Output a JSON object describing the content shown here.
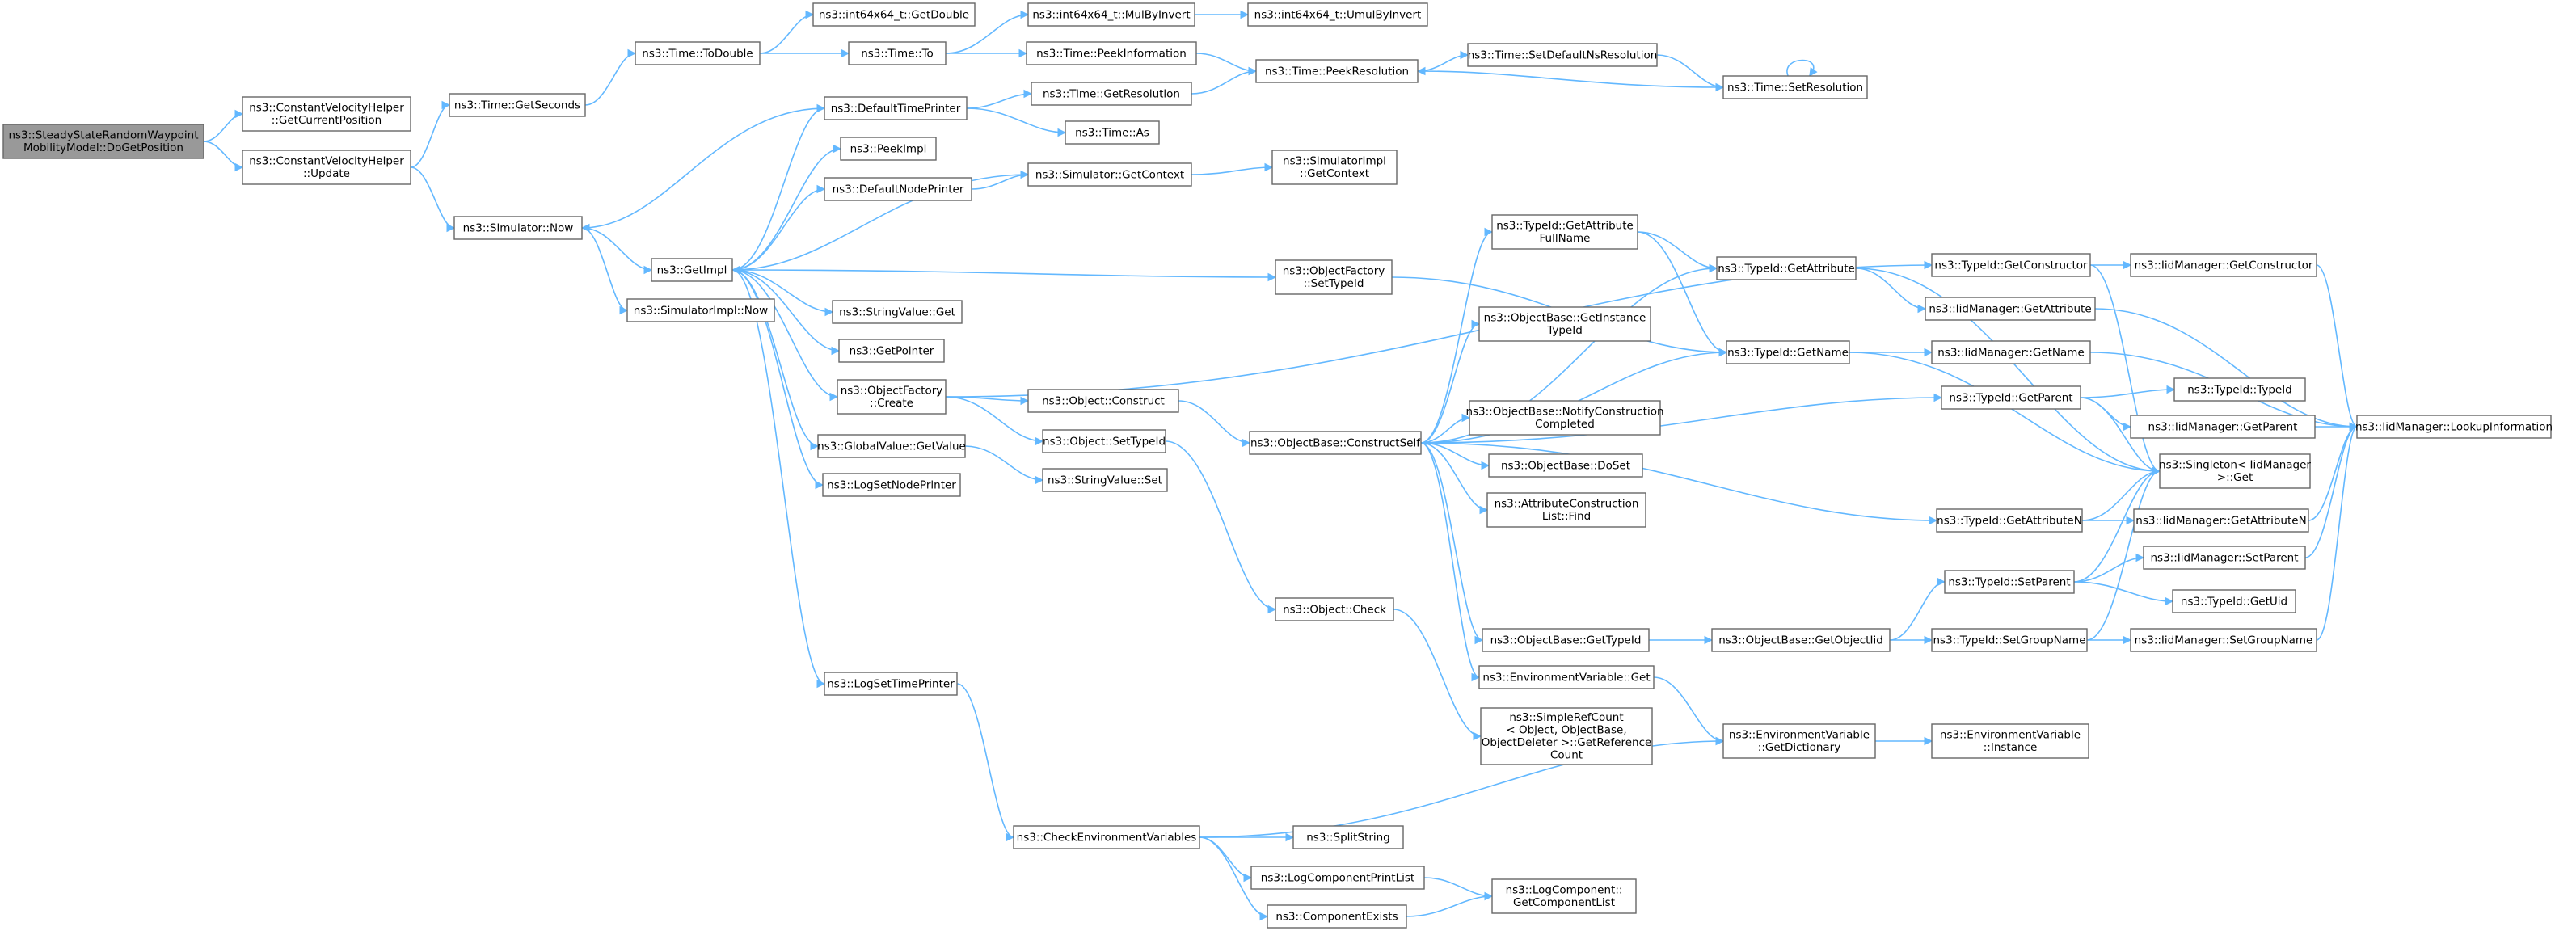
{
  "graph": {
    "nodes": [
      {
        "id": "n0",
        "lines": [
          "ns3::SteadyStateRandomWaypoint",
          "MobilityModel::DoGetPosition"
        ],
        "root": true
      },
      {
        "id": "n1",
        "lines": [
          "ns3::ConstantVelocityHelper",
          "::GetCurrentPosition"
        ]
      },
      {
        "id": "n2",
        "lines": [
          "ns3::ConstantVelocityHelper",
          "::Update"
        ]
      },
      {
        "id": "n3",
        "lines": [
          "ns3::Time::GetSeconds"
        ]
      },
      {
        "id": "n4",
        "lines": [
          "ns3::Simulator::Now"
        ]
      },
      {
        "id": "n5",
        "lines": [
          "ns3::Time::ToDouble"
        ]
      },
      {
        "id": "n6",
        "lines": [
          "ns3::int64x64_t::GetDouble"
        ]
      },
      {
        "id": "n7",
        "lines": [
          "ns3::Time::To"
        ]
      },
      {
        "id": "n8",
        "lines": [
          "ns3::int64x64_t::MulByInvert"
        ]
      },
      {
        "id": "n9",
        "lines": [
          "ns3::int64x64_t::UmulByInvert"
        ]
      },
      {
        "id": "n10",
        "lines": [
          "ns3::Time::PeekInformation"
        ]
      },
      {
        "id": "n11",
        "lines": [
          "ns3::Time::PeekResolution"
        ]
      },
      {
        "id": "n12",
        "lines": [
          "ns3::Time::SetDefaultNsResolution"
        ]
      },
      {
        "id": "n13",
        "lines": [
          "ns3::Time::SetResolution"
        ]
      },
      {
        "id": "n14",
        "lines": [
          "ns3::GetImpl"
        ]
      },
      {
        "id": "n15",
        "lines": [
          "ns3::SimulatorImpl::Now"
        ]
      },
      {
        "id": "n16",
        "lines": [
          "ns3::DefaultTimePrinter"
        ]
      },
      {
        "id": "n17",
        "lines": [
          "ns3::Time::GetResolution"
        ]
      },
      {
        "id": "n18",
        "lines": [
          "ns3::Time::As"
        ]
      },
      {
        "id": "n19",
        "lines": [
          "ns3::PeekImpl"
        ]
      },
      {
        "id": "n20",
        "lines": [
          "ns3::DefaultNodePrinter"
        ]
      },
      {
        "id": "n21",
        "lines": [
          "ns3::Simulator::GetContext"
        ]
      },
      {
        "id": "n22",
        "lines": [
          "ns3::SimulatorImpl",
          "::GetContext"
        ]
      },
      {
        "id": "n23",
        "lines": [
          "ns3::ObjectFactory",
          "::SetTypeId"
        ]
      },
      {
        "id": "n24",
        "lines": [
          "ns3::StringValue::Get"
        ]
      },
      {
        "id": "n25",
        "lines": [
          "ns3::GetPointer"
        ]
      },
      {
        "id": "n26",
        "lines": [
          "ns3::ObjectFactory",
          "::Create"
        ]
      },
      {
        "id": "n27",
        "lines": [
          "ns3::GlobalValue::GetValue"
        ]
      },
      {
        "id": "n28",
        "lines": [
          "ns3::LogSetNodePrinter"
        ]
      },
      {
        "id": "n29",
        "lines": [
          "ns3::LogSetTimePrinter"
        ]
      },
      {
        "id": "n30",
        "lines": [
          "ns3::Object::Construct"
        ]
      },
      {
        "id": "n31",
        "lines": [
          "ns3::Object::SetTypeId"
        ]
      },
      {
        "id": "n32",
        "lines": [
          "ns3::StringValue::Set"
        ]
      },
      {
        "id": "n33",
        "lines": [
          "ns3::Object::Check"
        ]
      },
      {
        "id": "n34",
        "lines": [
          "ns3::ObjectBase::ConstructSelf"
        ]
      },
      {
        "id": "n35",
        "lines": [
          "ns3::TypeId::GetAttribute",
          "FullName"
        ]
      },
      {
        "id": "n36",
        "lines": [
          "ns3::TypeId::GetAttribute"
        ]
      },
      {
        "id": "n37",
        "lines": [
          "ns3::ObjectBase::GetInstance",
          "TypeId"
        ]
      },
      {
        "id": "n38",
        "lines": [
          "ns3::TypeId::GetName"
        ]
      },
      {
        "id": "n39",
        "lines": [
          "ns3::ObjectBase::NotifyConstruction",
          "Completed"
        ]
      },
      {
        "id": "n40",
        "lines": [
          "ns3::ObjectBase::DoSet"
        ]
      },
      {
        "id": "n41",
        "lines": [
          "ns3::AttributeConstruction",
          "List::Find"
        ]
      },
      {
        "id": "n42",
        "lines": [
          "ns3::ObjectBase::GetTypeId"
        ]
      },
      {
        "id": "n43",
        "lines": [
          "ns3::ObjectBase::GetObjectIid"
        ]
      },
      {
        "id": "n44",
        "lines": [
          "ns3::EnvironmentVariable::Get"
        ]
      },
      {
        "id": "n45",
        "lines": [
          "ns3::SimpleRefCount",
          "< Object, ObjectBase,",
          "ObjectDeleter >::GetReference",
          "Count"
        ]
      },
      {
        "id": "n46",
        "lines": [
          "ns3::EnvironmentVariable",
          "::GetDictionary"
        ]
      },
      {
        "id": "n47",
        "lines": [
          "ns3::EnvironmentVariable",
          "::Instance"
        ]
      },
      {
        "id": "n48",
        "lines": [
          "ns3::TypeId::GetConstructor"
        ]
      },
      {
        "id": "n49",
        "lines": [
          "ns3::IidManager::GetConstructor"
        ]
      },
      {
        "id": "n50",
        "lines": [
          "ns3::IidManager::GetAttribute"
        ]
      },
      {
        "id": "n51",
        "lines": [
          "ns3::IidManager::GetName"
        ]
      },
      {
        "id": "n52",
        "lines": [
          "ns3::TypeId::GetParent"
        ]
      },
      {
        "id": "n53",
        "lines": [
          "ns3::TypeId::TypeId"
        ]
      },
      {
        "id": "n54",
        "lines": [
          "ns3::IidManager::GetParent"
        ]
      },
      {
        "id": "n55",
        "lines": [
          "ns3::IidManager::LookupInformation"
        ]
      },
      {
        "id": "n56",
        "lines": [
          "ns3::Singleton< IidManager",
          ">::Get"
        ]
      },
      {
        "id": "n57",
        "lines": [
          "ns3::TypeId::GetAttributeN"
        ]
      },
      {
        "id": "n58",
        "lines": [
          "ns3::IidManager::GetAttributeN"
        ]
      },
      {
        "id": "n59",
        "lines": [
          "ns3::TypeId::SetParent"
        ]
      },
      {
        "id": "n60",
        "lines": [
          "ns3::IidManager::SetParent"
        ]
      },
      {
        "id": "n61",
        "lines": [
          "ns3::TypeId::GetUid"
        ]
      },
      {
        "id": "n62",
        "lines": [
          "ns3::TypeId::SetGroupName"
        ]
      },
      {
        "id": "n63",
        "lines": [
          "ns3::IidManager::SetGroupName"
        ]
      },
      {
        "id": "n64",
        "lines": [
          "ns3::CheckEnvironmentVariables"
        ]
      },
      {
        "id": "n65",
        "lines": [
          "ns3::SplitString"
        ]
      },
      {
        "id": "n66",
        "lines": [
          "ns3::LogComponentPrintList"
        ]
      },
      {
        "id": "n67",
        "lines": [
          "ns3::LogComponent::",
          "GetComponentList"
        ]
      },
      {
        "id": "n68",
        "lines": [
          "ns3::ComponentExists"
        ]
      }
    ],
    "edges": [
      [
        "n0",
        "n1"
      ],
      [
        "n0",
        "n2"
      ],
      [
        "n2",
        "n3"
      ],
      [
        "n2",
        "n4"
      ],
      [
        "n3",
        "n5"
      ],
      [
        "n5",
        "n6"
      ],
      [
        "n5",
        "n7"
      ],
      [
        "n7",
        "n8"
      ],
      [
        "n8",
        "n9"
      ],
      [
        "n7",
        "n10"
      ],
      [
        "n10",
        "n11"
      ],
      [
        "n11",
        "n12"
      ],
      [
        "n12",
        "n13"
      ],
      [
        "n13",
        "n11"
      ],
      [
        "n13",
        "n13"
      ],
      [
        "n4",
        "n14"
      ],
      [
        "n4",
        "n15"
      ],
      [
        "n14",
        "n16"
      ],
      [
        "n16",
        "n4"
      ],
      [
        "n16",
        "n17"
      ],
      [
        "n16",
        "n18"
      ],
      [
        "n17",
        "n11"
      ],
      [
        "n14",
        "n19"
      ],
      [
        "n14",
        "n20"
      ],
      [
        "n20",
        "n21"
      ],
      [
        "n21",
        "n14"
      ],
      [
        "n21",
        "n22"
      ],
      [
        "n14",
        "n23"
      ],
      [
        "n14",
        "n24"
      ],
      [
        "n14",
        "n25"
      ],
      [
        "n14",
        "n26"
      ],
      [
        "n14",
        "n27"
      ],
      [
        "n14",
        "n28"
      ],
      [
        "n14",
        "n29"
      ],
      [
        "n23",
        "n38"
      ],
      [
        "n26",
        "n48"
      ],
      [
        "n26",
        "n30"
      ],
      [
        "n26",
        "n31"
      ],
      [
        "n27",
        "n32"
      ],
      [
        "n30",
        "n34"
      ],
      [
        "n31",
        "n33"
      ],
      [
        "n33",
        "n45"
      ],
      [
        "n34",
        "n35"
      ],
      [
        "n34",
        "n36"
      ],
      [
        "n34",
        "n37"
      ],
      [
        "n34",
        "n38"
      ],
      [
        "n34",
        "n39"
      ],
      [
        "n34",
        "n40"
      ],
      [
        "n34",
        "n41"
      ],
      [
        "n34",
        "n42"
      ],
      [
        "n34",
        "n44"
      ],
      [
        "n34",
        "n52"
      ],
      [
        "n34",
        "n57"
      ],
      [
        "n35",
        "n36"
      ],
      [
        "n35",
        "n38"
      ],
      [
        "n36",
        "n50"
      ],
      [
        "n36",
        "n56"
      ],
      [
        "n38",
        "n51"
      ],
      [
        "n38",
        "n56"
      ],
      [
        "n42",
        "n43"
      ],
      [
        "n43",
        "n59"
      ],
      [
        "n43",
        "n62"
      ],
      [
        "n44",
        "n46"
      ],
      [
        "n46",
        "n47"
      ],
      [
        "n48",
        "n49"
      ],
      [
        "n48",
        "n56"
      ],
      [
        "n49",
        "n55"
      ],
      [
        "n50",
        "n55"
      ],
      [
        "n51",
        "n55"
      ],
      [
        "n52",
        "n53"
      ],
      [
        "n52",
        "n54"
      ],
      [
        "n52",
        "n56"
      ],
      [
        "n54",
        "n55"
      ],
      [
        "n57",
        "n58"
      ],
      [
        "n57",
        "n56"
      ],
      [
        "n58",
        "n55"
      ],
      [
        "n59",
        "n60"
      ],
      [
        "n59",
        "n61"
      ],
      [
        "n59",
        "n56"
      ],
      [
        "n60",
        "n55"
      ],
      [
        "n62",
        "n63"
      ],
      [
        "n62",
        "n56"
      ],
      [
        "n63",
        "n55"
      ],
      [
        "n29",
        "n64"
      ],
      [
        "n64",
        "n46"
      ],
      [
        "n64",
        "n65"
      ],
      [
        "n64",
        "n66"
      ],
      [
        "n64",
        "n68"
      ],
      [
        "n66",
        "n67"
      ],
      [
        "n68",
        "n67"
      ]
    ]
  }
}
